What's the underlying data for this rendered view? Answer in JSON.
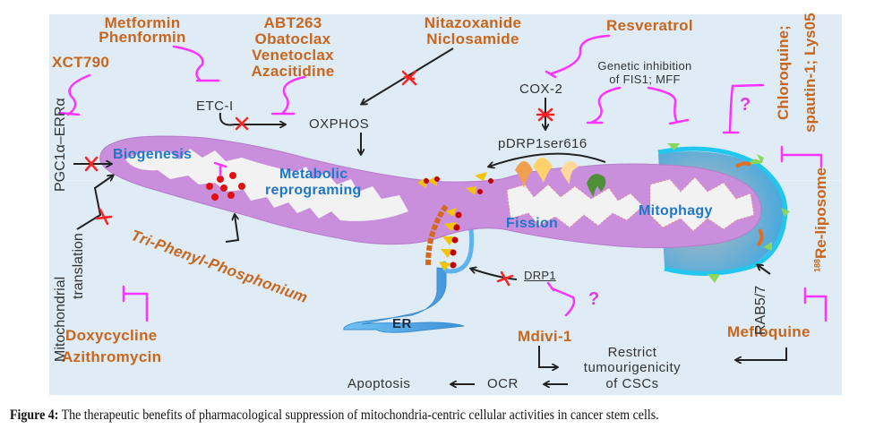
{
  "figure": {
    "caption_label": "Figure 4:",
    "caption_text": " The therapeutic benefits of pharmacological suppression of mitochondria-centric cellular activities in cancer stem cells."
  },
  "colors": {
    "panel_background": "#dfecf6",
    "drug_text": "#c8661e",
    "process_text": "#1f77c9",
    "inhibition_line": "#ff33ff",
    "block_cross": "#ff2222",
    "mitochondrion_membrane": "#c98fdc",
    "cristae": "#f2f2f2",
    "er": "#5fb4ee",
    "autophagosome": "#22c6ee"
  },
  "drugs": {
    "metformin": "Metformin",
    "phenformin": "Phenformin",
    "abt263": "ABT263",
    "obatoclax": "Obatoclax",
    "venetoclax": "Venetoclax",
    "azacitidine": "Azacitidine",
    "nitazoxanide": "Nitazoxanide",
    "niclosamide": "Niclosamide",
    "resveratrol": "Resveratrol",
    "xct790": "XCT790",
    "chloroquine": "Chloroquine;",
    "spautin_lys05": "spautin-1; Lys05",
    "re_liposome_superscript": "188",
    "re_liposome": "Re-liposome",
    "doxycycline": "Doxycycline",
    "azithromycin": "Azithromycin",
    "tpp": "Tri-Phenyl-Phosphonium",
    "mdivi": "Mdivi-1",
    "mefloquine": "Mefloquine"
  },
  "nodes": {
    "etc1": "ETC-I",
    "oxphos": "OXPHOS",
    "cox2": "COX-2",
    "genetic_inhibition_line1": "Genetic inhibition",
    "genetic_inhibition_line2": "of FIS1; MFF",
    "pdrp1": "pDRP1ser616",
    "drp1": "DRP1",
    "pgc1a": "PGC1α–ERRα",
    "mito_translation_line1": "Mitochondrial",
    "mito_translation_line2": "translation",
    "rab57": "RAB5/7",
    "er": "ER",
    "restrict_line1": "Restrict",
    "restrict_line2": "tumourigenicity",
    "restrict_line3": "of CSCs",
    "ocr": "OCR",
    "apoptosis": "Apoptosis"
  },
  "processes": {
    "biogenesis": "Biogenesis",
    "metabolic_line1": "Metabolic",
    "metabolic_line2": "reprograming",
    "fission": "Fission",
    "mitophagy": "Mitophagy"
  },
  "unknown_marks": {
    "autophagy_question": "?",
    "drp1_question": "?"
  }
}
